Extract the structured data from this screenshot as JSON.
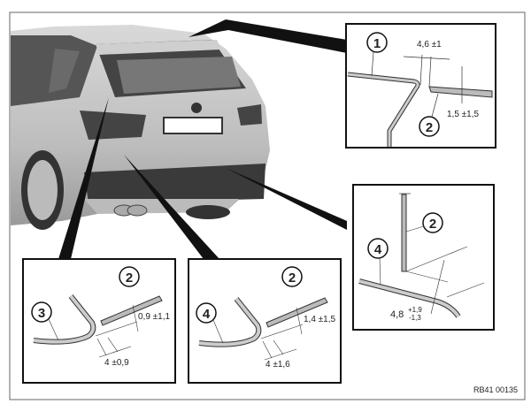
{
  "figure_id": "RB41 00135",
  "callouts": [
    {
      "id": "detail-top",
      "parts": [
        "1",
        "2"
      ],
      "dims": [
        "4,6 ±1",
        "1,5 ±1,5"
      ]
    },
    {
      "id": "detail-left",
      "parts": [
        "3",
        "2"
      ],
      "dims": [
        "0,9 ±1,1",
        "4 ±0,9"
      ]
    },
    {
      "id": "detail-middle",
      "parts": [
        "4",
        "2"
      ],
      "dims": [
        "1,4 ±1,5",
        "4 ±1,6"
      ]
    },
    {
      "id": "detail-right",
      "parts": [
        "2",
        "4"
      ],
      "dims": [
        "4,8"
      ],
      "tolerance_upper": "+1,9",
      "tolerance_lower": "-1,3"
    }
  ]
}
